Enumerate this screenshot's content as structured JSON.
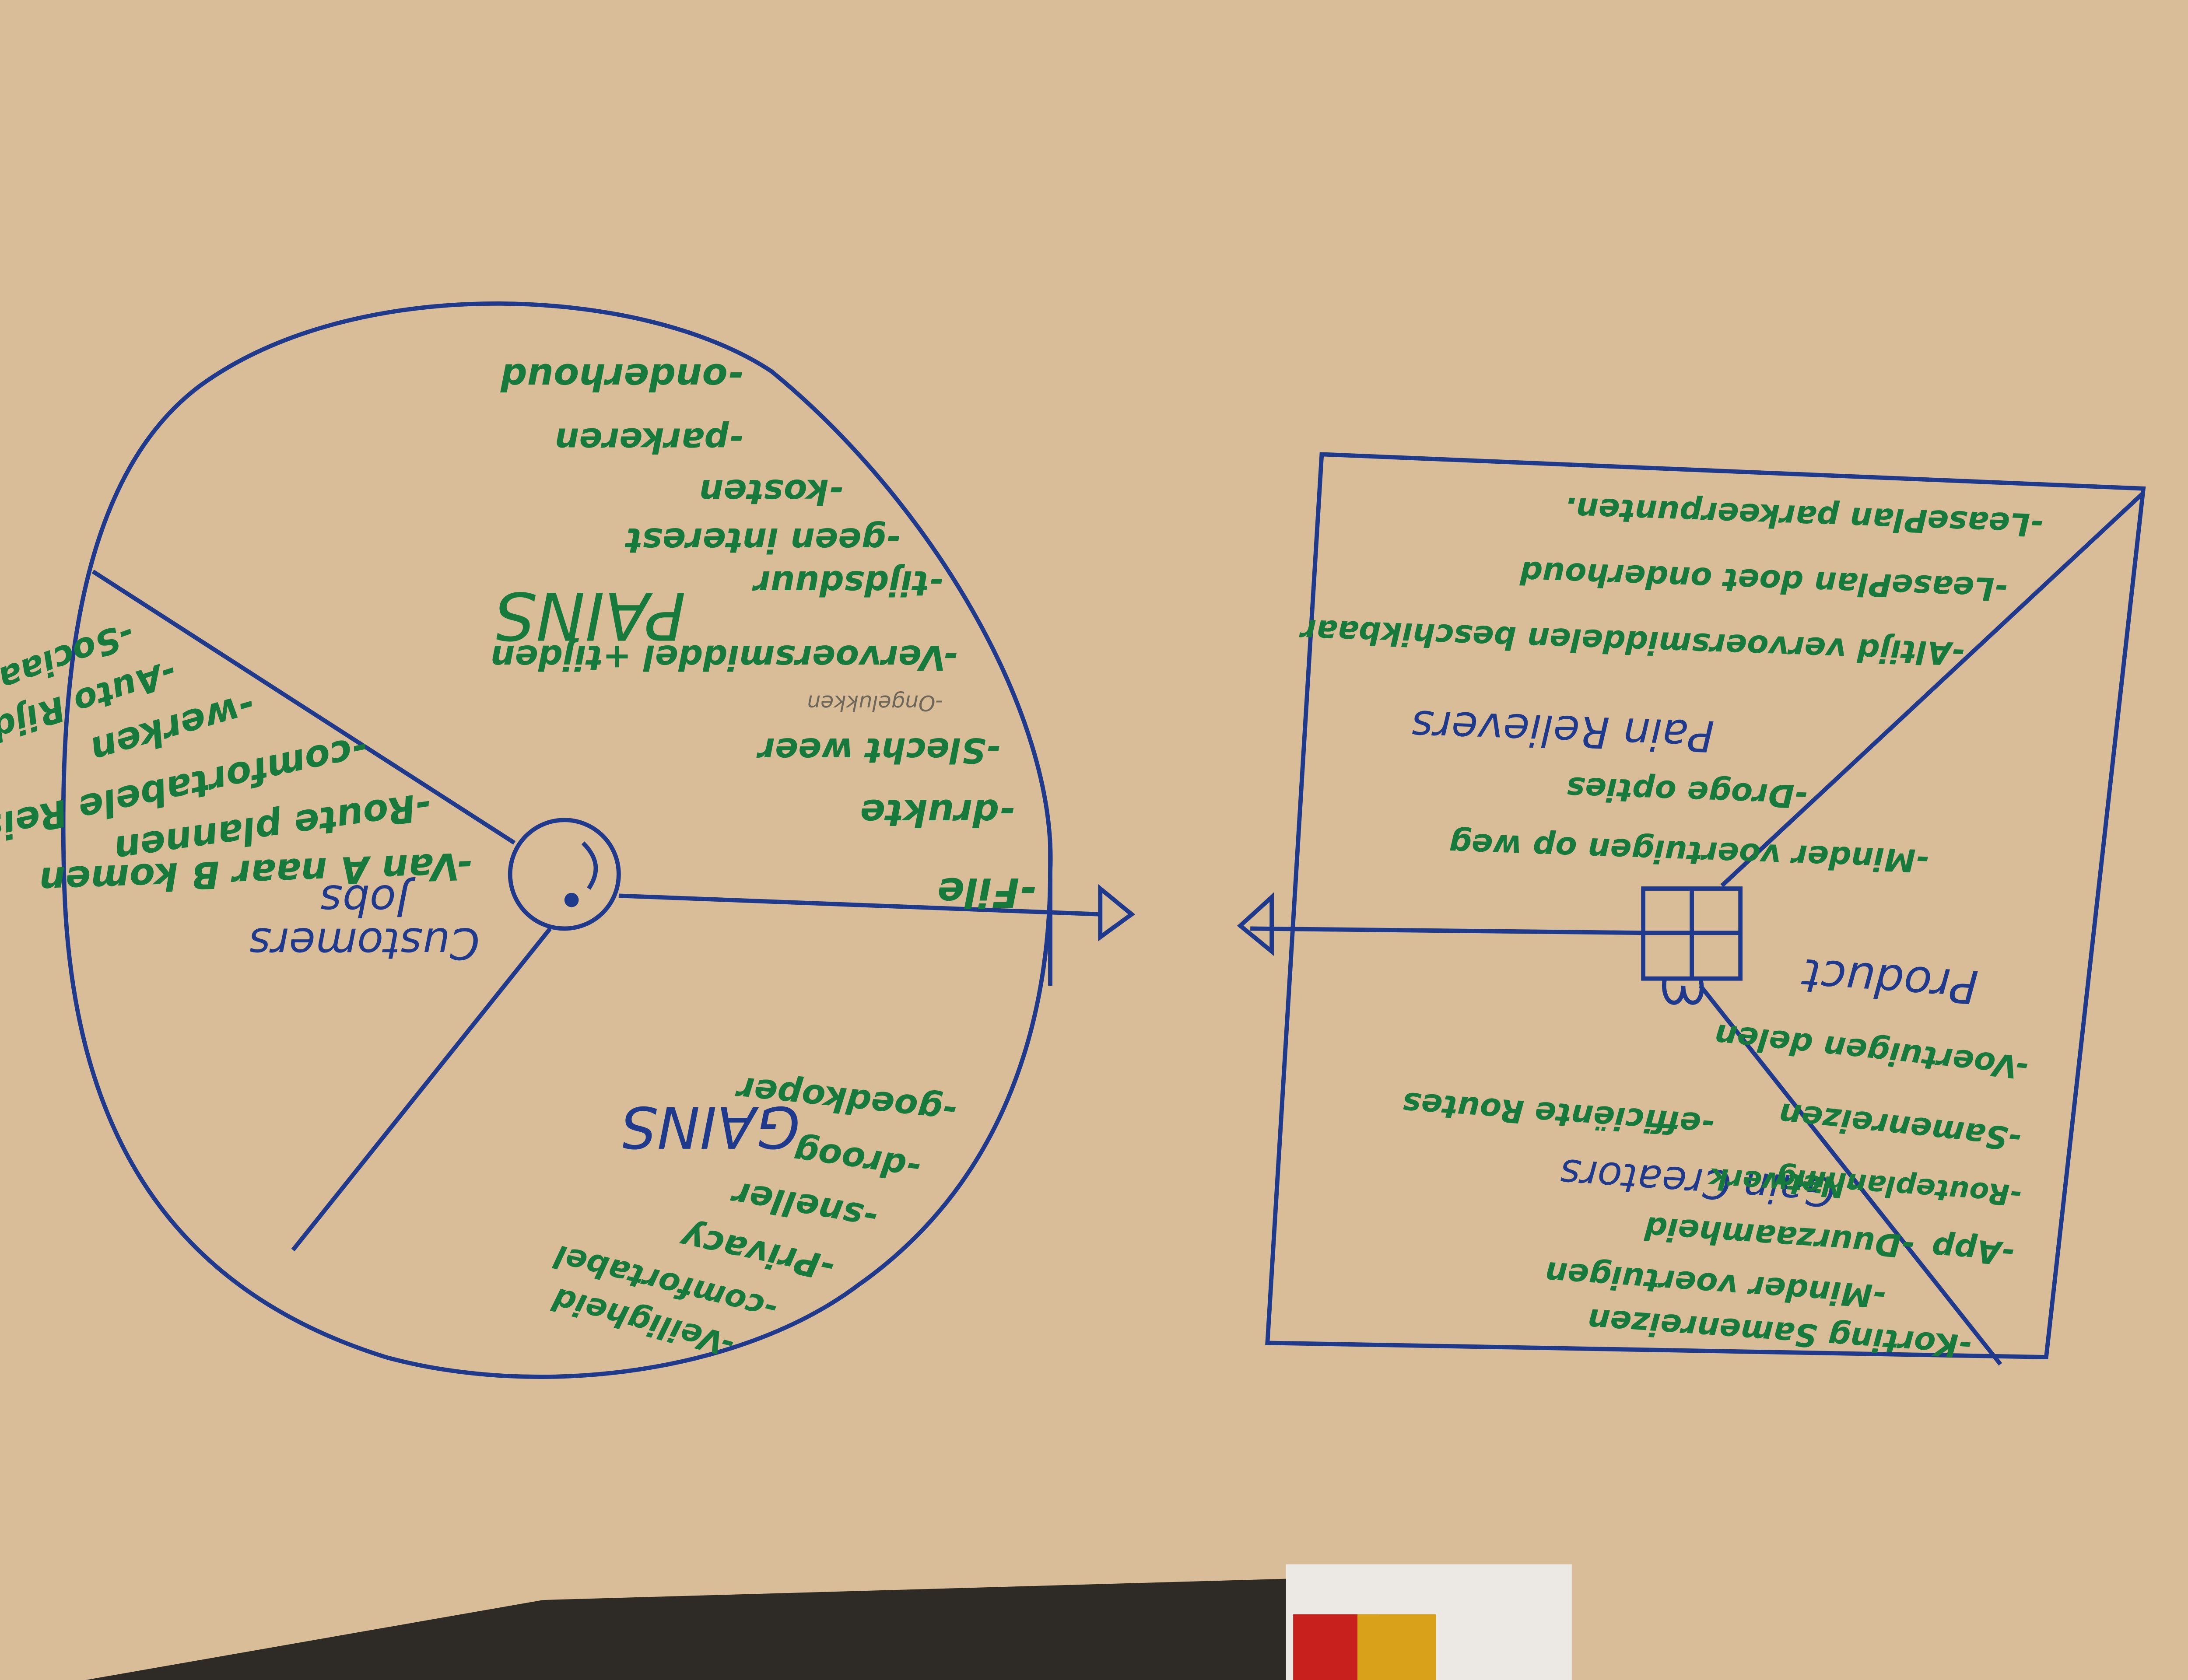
{
  "colors": {
    "paper": "#d8bd98",
    "ink_blue": "#1f3a8c",
    "ink_green": "#157a3c",
    "pencil": "#6e6658"
  },
  "customer_profile": {
    "title_line1": "Customers",
    "title_line2": "Jobs",
    "jobs": [
      "-Van A naar B komen",
      "-Route plannen",
      "-comfortabele Reis",
      "-werken",
      "-Auto Rijden",
      "-Sociaal"
    ],
    "pains_title": "PAINS",
    "pains": [
      "-onderhoud",
      "-parkeren",
      "-kosten",
      "-geen interest",
      "-tijdsduur",
      "-Vervoersmiddel +tijden",
      "-Slecht weer",
      "-drukte",
      "-File"
    ],
    "pencil_note": "-Ongelukken",
    "gains_title": "GAINS",
    "gains": [
      "-goedkoper",
      "-droog",
      "-sneller",
      "-Privacy",
      "-comfortabel",
      "-Veiligheid"
    ]
  },
  "value_map": {
    "product_title": "Product",
    "products": [
      "-Voertuigen delen",
      "-Samenreizen"
    ],
    "relievers_title": "Pain Relievers",
    "relievers": [
      "-Minder voertuigen op weg",
      "-Droge opties",
      "-Altijd vervoersmiddelen beschikbaar",
      "-LeasePlan doet onderhoud",
      "-LeasePlan parkeerpunten."
    ],
    "creators_title": "Gain Creators",
    "creators": [
      "-Korting Samenreizen",
      "-Minder voertuigen",
      "-App",
      "-Duurzaamheid",
      "-Routeplanning",
      "-Netwerk",
      "-efficiënte Routes"
    ]
  }
}
